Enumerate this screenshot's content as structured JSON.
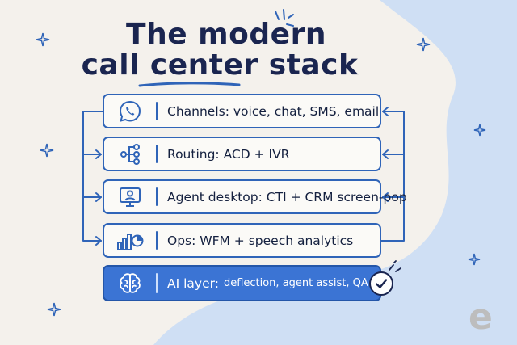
{
  "title": {
    "line1": "The modern",
    "line2": "call center stack"
  },
  "layers": [
    {
      "icon": "whatsapp-chat-icon",
      "label": "Channels: voice, chat, SMS, email"
    },
    {
      "icon": "routing-tree-icon",
      "label": "Routing: ACD + IVR"
    },
    {
      "icon": "agent-monitor-icon",
      "label": "Agent desktop: CTI + CRM screen-pop"
    },
    {
      "icon": "analytics-chart-icon",
      "label": "Ops: WFM + speech analytics"
    }
  ],
  "ai_layer": {
    "icon": "brain-icon",
    "head": "AI layer:",
    "detail": "deflection, agent assist, QA",
    "status_icon": "check-circle-icon"
  },
  "logo": {
    "text": "e"
  },
  "colors": {
    "accent": "#2f64b8",
    "ai_fill": "#3b74d4",
    "background": "#f4f1ec",
    "blob": "#cfdff4",
    "title": "#1a2550"
  }
}
